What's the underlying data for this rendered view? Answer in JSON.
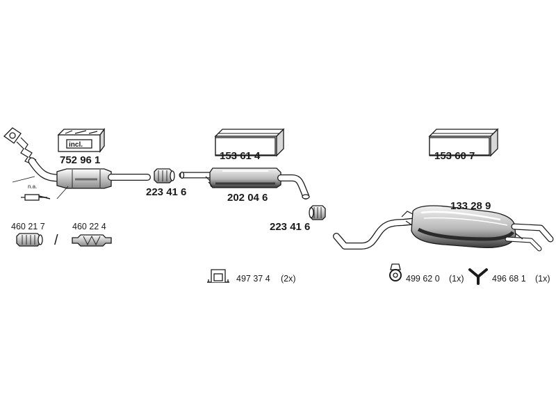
{
  "colors": {
    "line": "#1a1a1a",
    "shade": "#8a8a8a",
    "light": "#e6e6e6",
    "background": "#ffffff"
  },
  "parts": {
    "catalytic_converter": "752 96 1",
    "kit_incl": "incl.",
    "not_available": "n.a.",
    "clamp_front": "223 41 6",
    "centre_silencer": "202 04 6",
    "clamp_rear": "223 41 6",
    "rear_silencer": "133 28 9",
    "kit_front": "153 61 4",
    "kit_rear": "153 60 7",
    "flex_pipe_a": "460 21 7",
    "flex_pipe_b": "460 22 4",
    "separator": "/",
    "rubber_mount_qty_a": {
      "code": "497 37 4",
      "qty": "(2x)"
    },
    "rubber_mount_qty_b": {
      "code": "499 62 0",
      "qty": "(1x)"
    },
    "rubber_mount_qty_c": {
      "code": "496 68 1",
      "qty": "(1x)"
    }
  },
  "icons": [
    "mounting-kit-box-icon",
    "rubber-hanger-icon",
    "ring-mount-icon",
    "y-mount-icon",
    "lambda-sensor-icon"
  ]
}
